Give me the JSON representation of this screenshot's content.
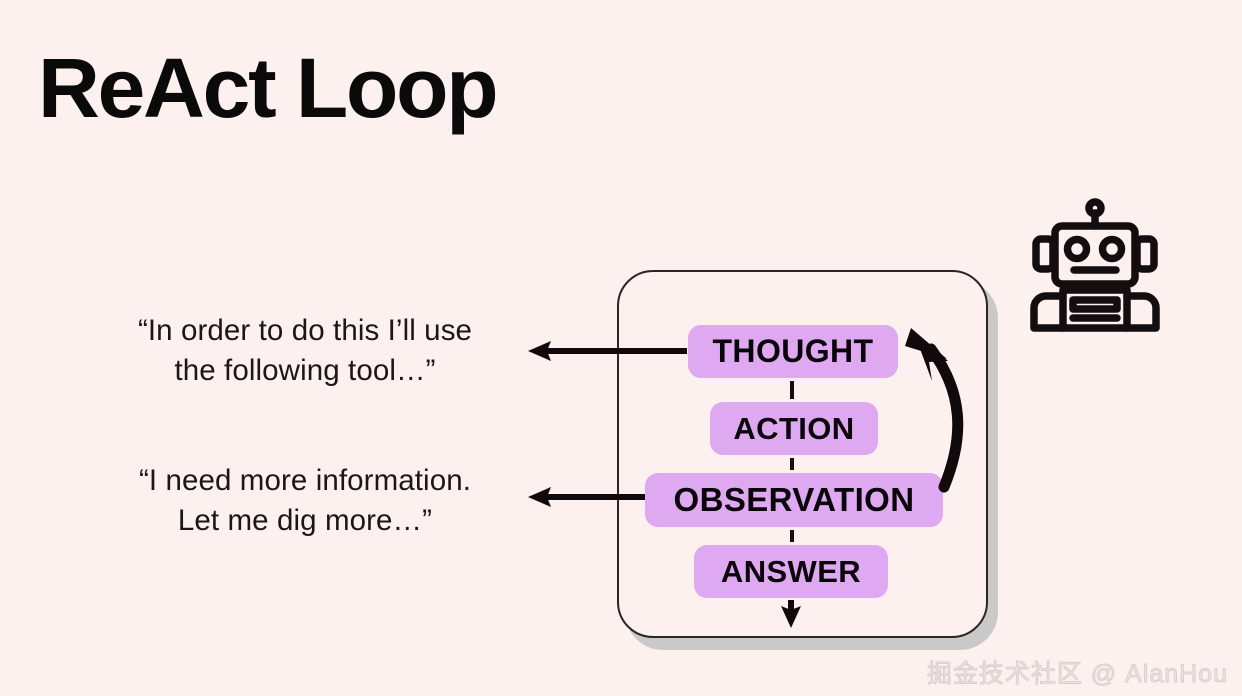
{
  "slide": {
    "title": "ReAct Loop",
    "background_color": "#fdf1ef",
    "accent_color": "#dfa9f2",
    "ink_color": "#0b0a0a"
  },
  "quotes": [
    {
      "line1": "“In order to do this I’ll use",
      "line2": "the following tool…”"
    },
    {
      "line1": "“I need more information.",
      "line2": "Let me dig more…”"
    }
  ],
  "loop": {
    "steps": [
      {
        "label": "THOUGHT"
      },
      {
        "label": "ACTION"
      },
      {
        "label": "OBSERVATION"
      },
      {
        "label": "ANSWER"
      }
    ]
  },
  "icons": {
    "robot": "robot-icon",
    "feedback_arrow": "curved-feedback-arrow-icon",
    "output_arrow": "down-arrow-icon",
    "thought_arrow": "left-arrow-icon",
    "observation_arrow": "left-arrow-icon"
  },
  "watermark": {
    "text": "掘金技术社区 @ AlanHou"
  }
}
